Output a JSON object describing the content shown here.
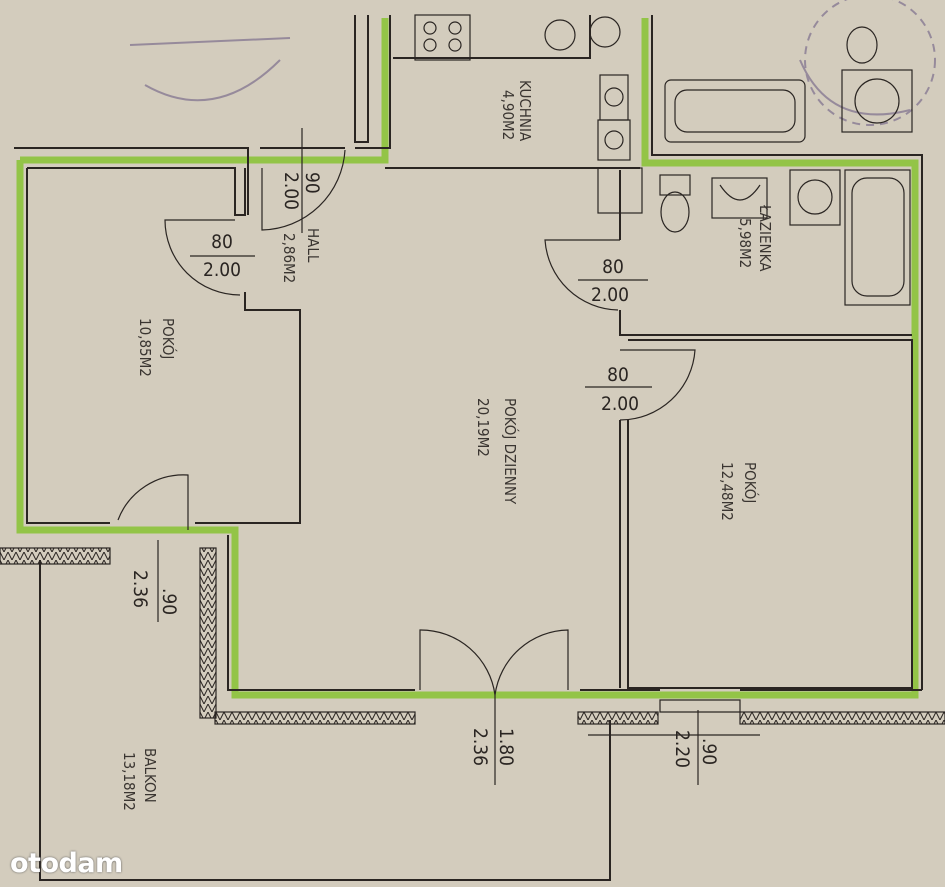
{
  "rooms": {
    "kitchen": {
      "name": "KUCHNIA",
      "area": "4,90M2"
    },
    "hall": {
      "name": "HALL",
      "area": "2,86M2"
    },
    "room_left": {
      "name": "POKÓJ",
      "area": "10,85M2"
    },
    "living": {
      "name": "POKÓJ DZIENNY",
      "area": "20,19M2"
    },
    "room_right": {
      "name": "POKÓJ",
      "area": "12,48M2"
    },
    "bathroom": {
      "name": "ŁAZIENKA",
      "area": "5,98M2"
    },
    "balcony": {
      "name": "BALKON",
      "area": "13,18M2"
    }
  },
  "doors": {
    "entry": {
      "width": "90",
      "height": "2.00"
    },
    "room_left": {
      "width": "80",
      "height": "2.00"
    },
    "bathroom": {
      "width": "80",
      "height": "2.00"
    },
    "room_right": {
      "width": "80",
      "height": "2.00"
    },
    "balcony_left": {
      "width": ".90",
      "height": "2.36"
    },
    "balcony_main": {
      "width": "1.80",
      "height": "2.36"
    },
    "window_right": {
      "width": ".90",
      "height": "2.20"
    }
  },
  "watermark": "otodam",
  "colors": {
    "paper": "#d3ccbd",
    "outline": "#93c447",
    "ink": "#2a2522"
  }
}
